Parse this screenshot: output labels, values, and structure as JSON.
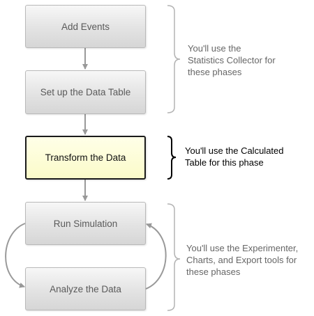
{
  "steps": [
    {
      "label": "Add Events",
      "variant": "gray"
    },
    {
      "label": "Set up the Data Table",
      "variant": "gray"
    },
    {
      "label": "Transform the Data",
      "variant": "highlight"
    },
    {
      "label": "Run Simulation",
      "variant": "gray"
    },
    {
      "label": "Analyze the Data",
      "variant": "gray"
    }
  ],
  "notes": [
    {
      "lines": [
        "You'll use the",
        "Statistics Collector for",
        "these phases"
      ]
    },
    {
      "lines": [
        "You'll use the Calculated",
        "Table for this phase"
      ]
    },
    {
      "lines": [
        "You'll use the Experimenter,",
        "Charts, and Export tools for",
        "these phases"
      ]
    }
  ],
  "colors": {
    "box_border": "#b9b9b9",
    "box_text": "#5a5a5a",
    "highlight_fill": "#fbfbc9",
    "highlight_border": "#1a1a1a",
    "connector": "#999999",
    "brace_gray": "#b3b3b3",
    "brace_dark": "#000000"
  }
}
